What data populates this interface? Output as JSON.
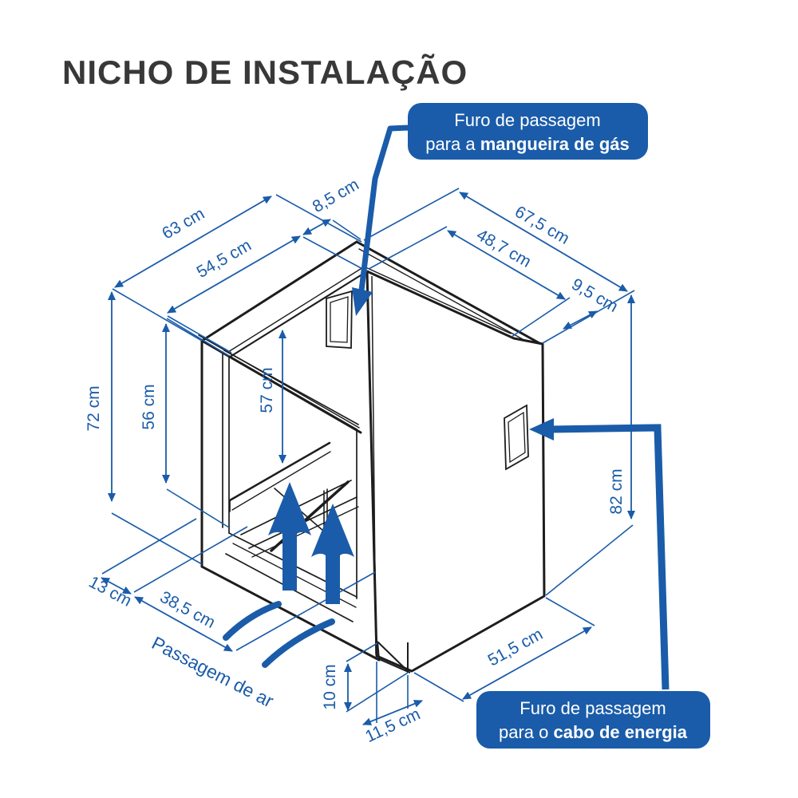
{
  "title": "NICHO DE INSTALAÇÃO",
  "colors": {
    "blue": "#1a5ca9",
    "line_black": "#1d1d1d",
    "white": "#ffffff"
  },
  "callouts": {
    "gas": {
      "line1": "Furo de passagem",
      "line2_prefix": "para a ",
      "line2_bold": "mangueira de gás"
    },
    "power": {
      "line1": "Furo de passagem",
      "line2_prefix": "para o ",
      "line2_bold": "cabo de energia"
    }
  },
  "dimensions": {
    "d63": "63 cm",
    "d545": "54,5 cm",
    "d85": "8,5 cm",
    "d675": "67,5 cm",
    "d487": "48,7 cm",
    "d95": "9,5 cm",
    "d72": "72 cm",
    "d56": "56 cm",
    "d57": "57 cm",
    "d82": "82 cm",
    "d13": "13 cm",
    "d385": "38,5 cm",
    "d515": "51,5 cm",
    "d10": "10 cm",
    "d115": "11,5 cm"
  },
  "annotations": {
    "air_passage": "Passagem de ar"
  }
}
